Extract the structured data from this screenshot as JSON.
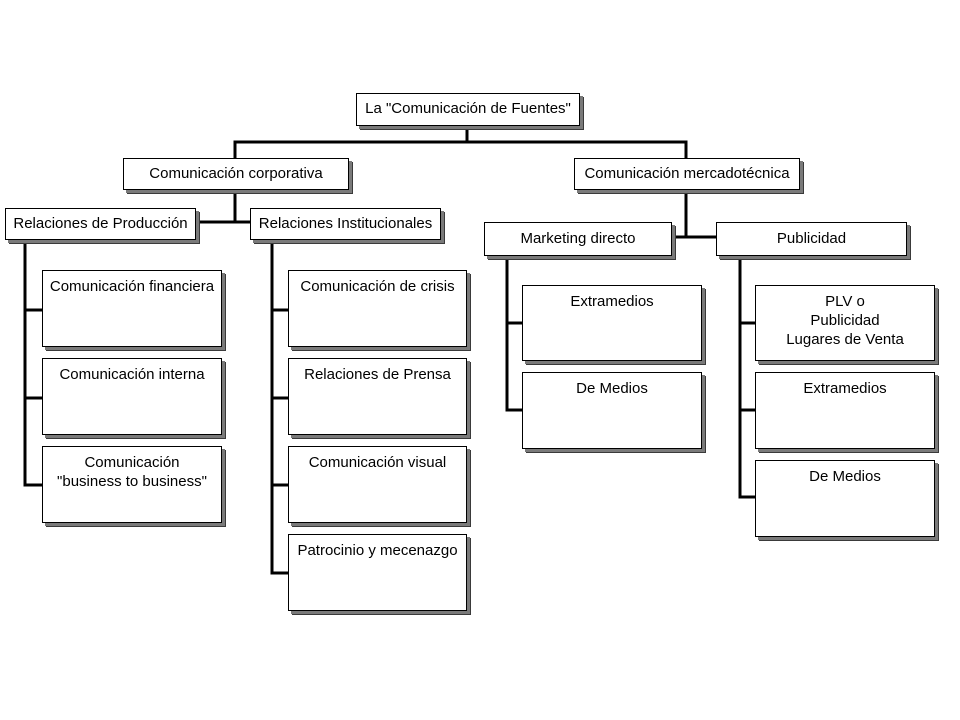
{
  "diagram": {
    "root": "La \"Comunicación de Fuentes\"",
    "corporativa": {
      "title": "Comunicación corporativa",
      "produccion": {
        "title": "Relaciones de Producción",
        "items": [
          "Comunicación financiera",
          "Comunicación interna",
          "Comunicación\n\"business to business\""
        ]
      },
      "institucionales": {
        "title": "Relaciones Institucionales",
        "items": [
          "Comunicación de crisis",
          "Relaciones de Prensa",
          "Comunicación visual",
          "Patrocinio y mecenazgo"
        ]
      }
    },
    "mercadotecnica": {
      "title": "Comunicación mercadotécnica",
      "marketing": {
        "title": "Marketing directo",
        "items": [
          "Extramedios",
          "De Medios"
        ]
      },
      "publicidad": {
        "title": "Publicidad",
        "items": [
          "PLV o\nPublicidad\nLugares de Venta",
          "Extramedios",
          "De Medios"
        ]
      }
    }
  }
}
